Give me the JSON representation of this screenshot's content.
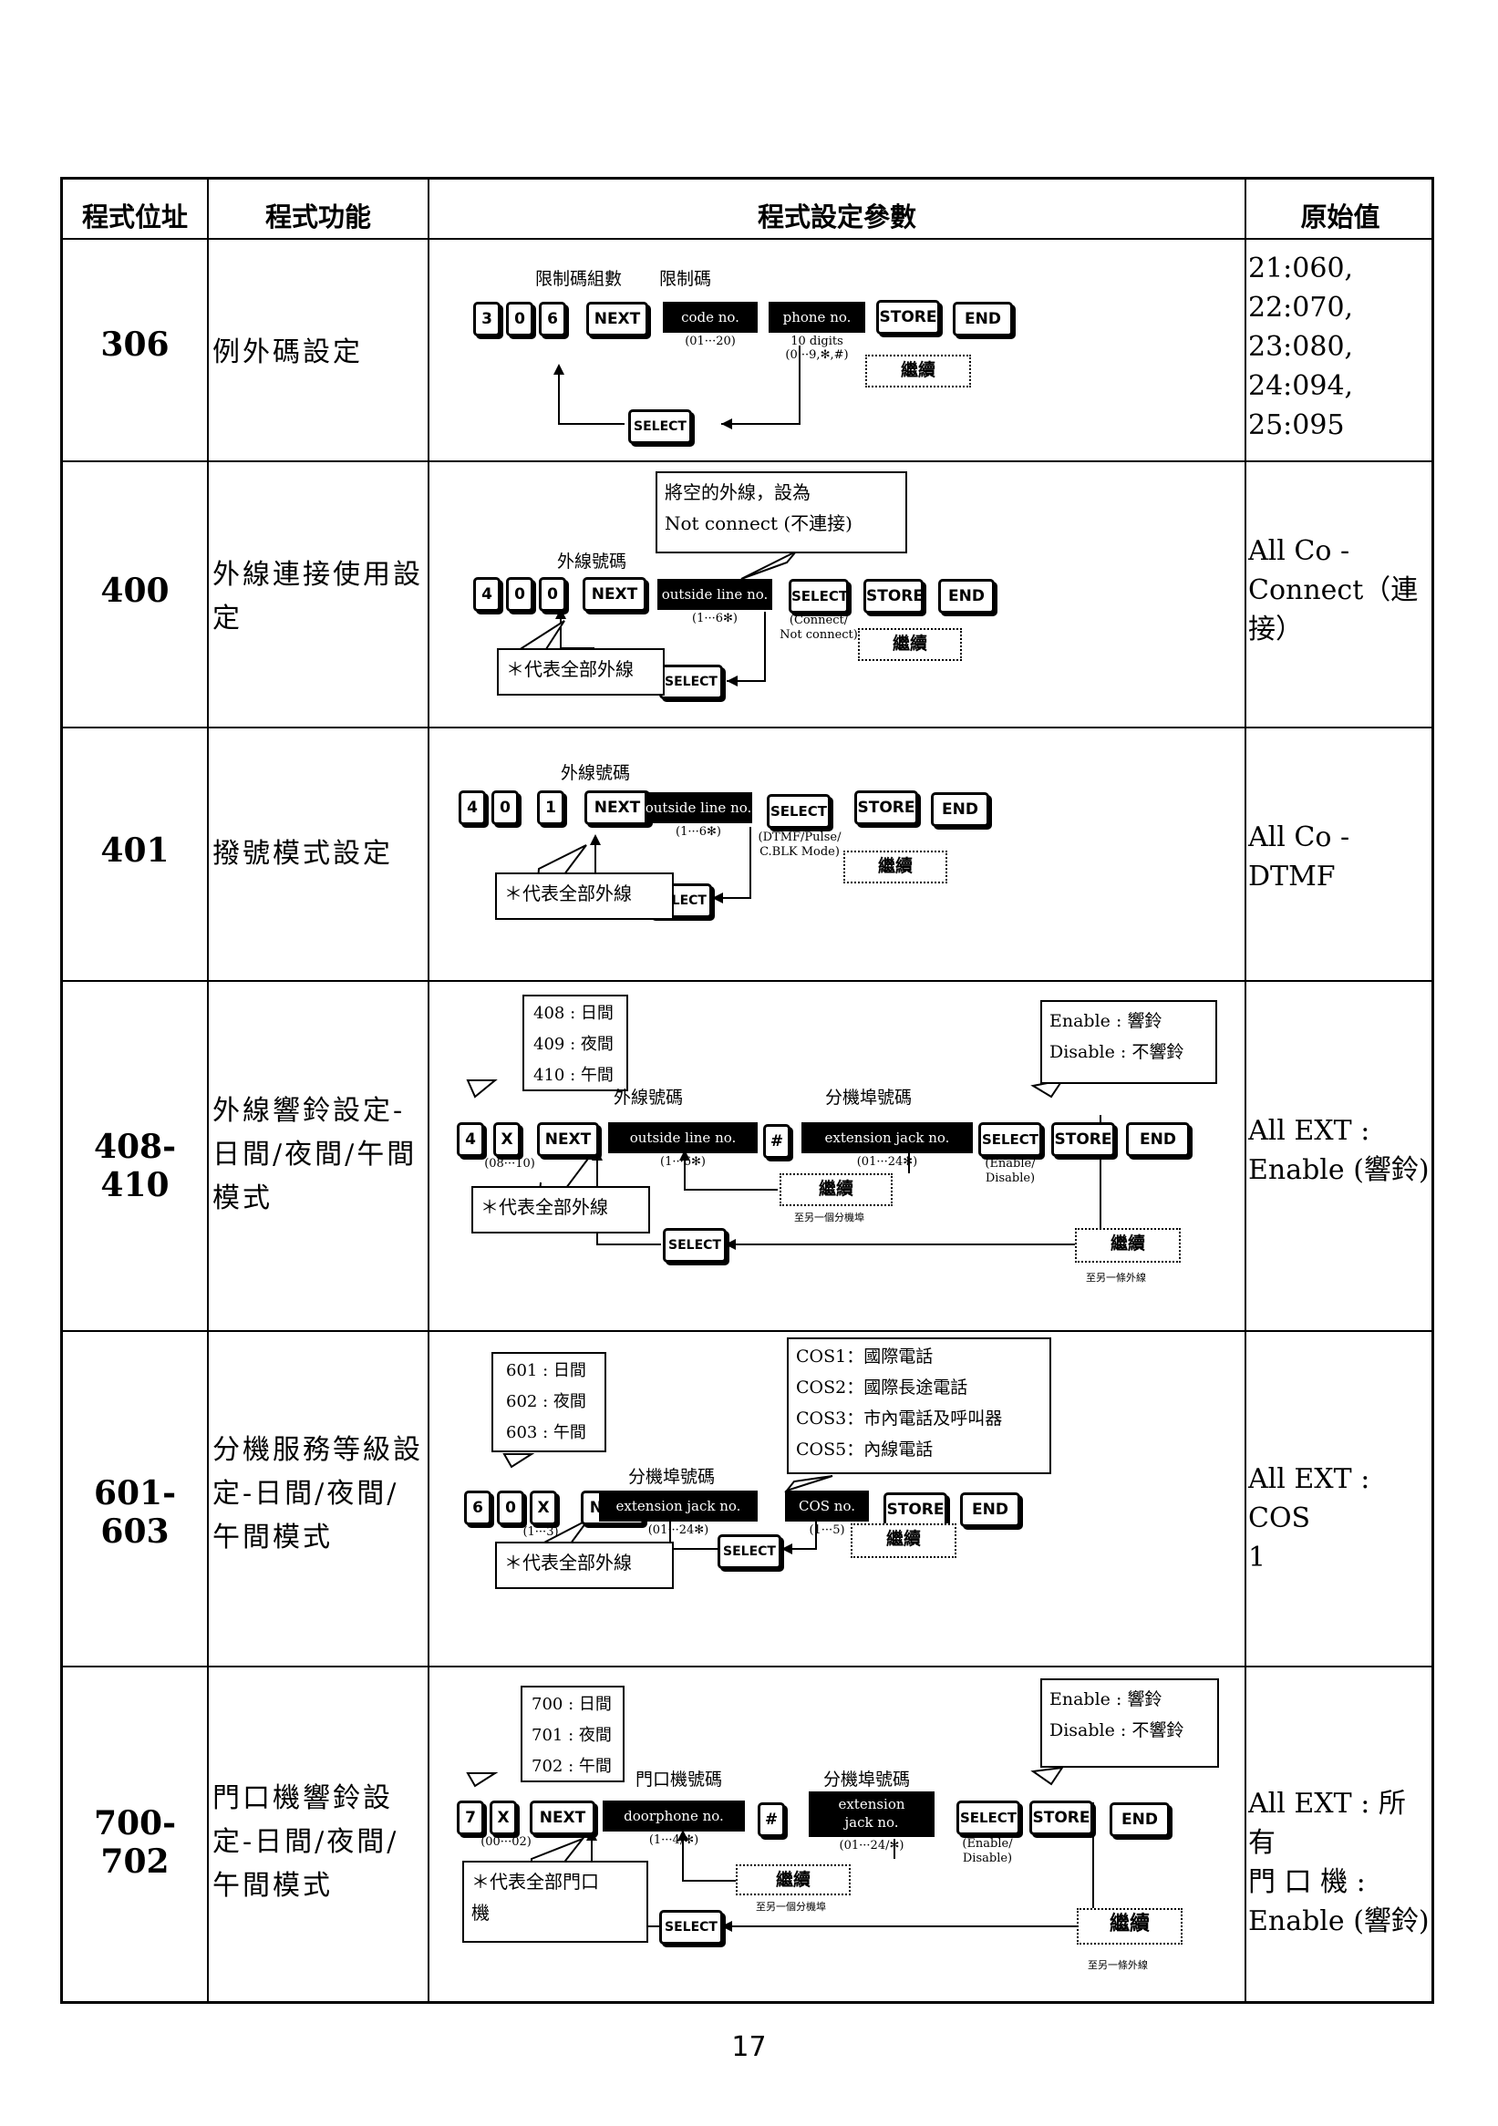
{
  "headers": {
    "address": "程式位址",
    "function": "程式功能",
    "params": "程式設定參數",
    "default": "原始值"
  },
  "rows": [
    {
      "address": "306",
      "function": "例外碼設定",
      "default": [
        "21:060,",
        "22:070,",
        "23:080,",
        "24:094,",
        "25:095"
      ],
      "keys": [
        "3",
        "0",
        "6"
      ],
      "next": "NEXT",
      "label1": "限制碼組數",
      "label2": "限制碼",
      "box1": "code no.",
      "box1_range": "(01···20)",
      "box2": "phone no.",
      "box2_sub1": "10 digits",
      "box2_sub2": "(0···9,✻,#)",
      "store": "STORE",
      "end": "END",
      "continue": "繼續",
      "select": "SELECT"
    },
    {
      "address": "400",
      "function": "外線連接使用設定",
      "default": [
        "All Co -",
        "Connect（連",
        "接）"
      ],
      "keys": [
        "4",
        "0",
        "0"
      ],
      "next": "NEXT",
      "label1": "外線號碼",
      "box1": "outside line no.",
      "box1_range": "(1···6✻)",
      "select": "SELECT",
      "select_sub1": "(Connect/",
      "select_sub2": "Not connect)",
      "store": "STORE",
      "end": "END",
      "continue": "繼續",
      "callout_top": [
        "將空的外線，設為",
        "Not connect (不連接)"
      ],
      "callout_bottom": "＊代表全部外線"
    },
    {
      "address": "401",
      "function": "撥號模式設定",
      "default": [
        "All Co -",
        "DTMF"
      ],
      "keys": [
        "4",
        "0",
        "1"
      ],
      "next": "NEXT",
      "label1": "外線號碼",
      "box1": "outside line no.",
      "box1_range": "(1···6✻)",
      "select": "SELECT",
      "select_sub1": "(DTMF/Pulse/",
      "select_sub2": "C.BLK Mode)",
      "store": "STORE",
      "end": "END",
      "continue": "繼續",
      "callout_bottom": "＊代表全部外線"
    },
    {
      "address": "408-410",
      "function": "外線響鈴設定-日間/夜間/午間模式",
      "default": [
        "All EXT :",
        "Enable (響鈴)"
      ],
      "keys": [
        "4",
        "X"
      ],
      "keys_range": "(08···10)",
      "next": "NEXT",
      "label1": "外線號碼",
      "label2": "分機埠號碼",
      "box1": "outside line no.",
      "box1_range": "(1···6✻)",
      "hash": "#",
      "box2": "extension jack no.",
      "box2_range": "(01···24✻)",
      "select": "SELECT",
      "select_sub1": "(Enable/",
      "select_sub2": "Disable)",
      "store": "STORE",
      "end": "END",
      "modes": [
        "408 : 日間",
        "409 : 夜間",
        "410 : 午間"
      ],
      "enable_note": [
        "Enable : 響鈴",
        "Disable : 不響鈴"
      ],
      "continue": "繼續",
      "continue_note1": "至另一個分機埠",
      "continue2": "繼續",
      "continue_note2": "至另一條外線",
      "callout_bottom": "＊代表全部外線"
    },
    {
      "address": "601-603",
      "function": "分機服務等級設定-日間/夜間/午間模式",
      "default": [
        "All EXT : COS",
        "1"
      ],
      "keys": [
        "6",
        "0",
        "X"
      ],
      "keys_range": "(1···3)",
      "next": "NEXT",
      "label1": "分機埠號碼",
      "box1": "extension jack no.",
      "box1_range": "(01···24✻)",
      "box2": "COS no.",
      "box2_range": "(1···5)",
      "store": "STORE",
      "end": "END",
      "continue": "繼續",
      "select": "SELECT",
      "modes": [
        "601 : 日間",
        "602 : 夜間",
        "603 : 午間"
      ],
      "cos_note": [
        "COS1：國際電話",
        "COS2：國際長途電話",
        "COS3：市內電話及呼叫器",
        "COS5：內線電話"
      ],
      "callout_bottom": "＊代表全部外線"
    },
    {
      "address": "700-702",
      "function": "門口機響鈴設定-日間/夜間/午間模式",
      "default": [
        "All EXT : 所有",
        "門 口 機 :",
        "Enable (響鈴)"
      ],
      "keys": [
        "7",
        "X"
      ],
      "keys_range": "(00···02)",
      "next": "NEXT",
      "label1": "門口機號碼",
      "label2": "分機埠號碼",
      "box1": "doorphone no.",
      "box1_range": "(1···4/✻)",
      "hash": "#",
      "box2a": "extension",
      "box2b": "jack no.",
      "box2_range": "(01···24/✻)",
      "select": "SELECT",
      "select_sub1": "(Enable/",
      "select_sub2": "Disable)",
      "store": "STORE",
      "end": "END",
      "modes": [
        "700 : 日間",
        "701 : 夜間",
        "702 : 午間"
      ],
      "enable_note": [
        "Enable : 響鈴",
        "Disable : 不響鈴"
      ],
      "continue": "繼續",
      "continue_note1": "至另一個分機埠",
      "continue2": "繼續",
      "continue_note2": "至另一條外線",
      "callout_bottom": [
        "＊代表全部門口",
        "機"
      ]
    }
  ],
  "page_number": "17"
}
